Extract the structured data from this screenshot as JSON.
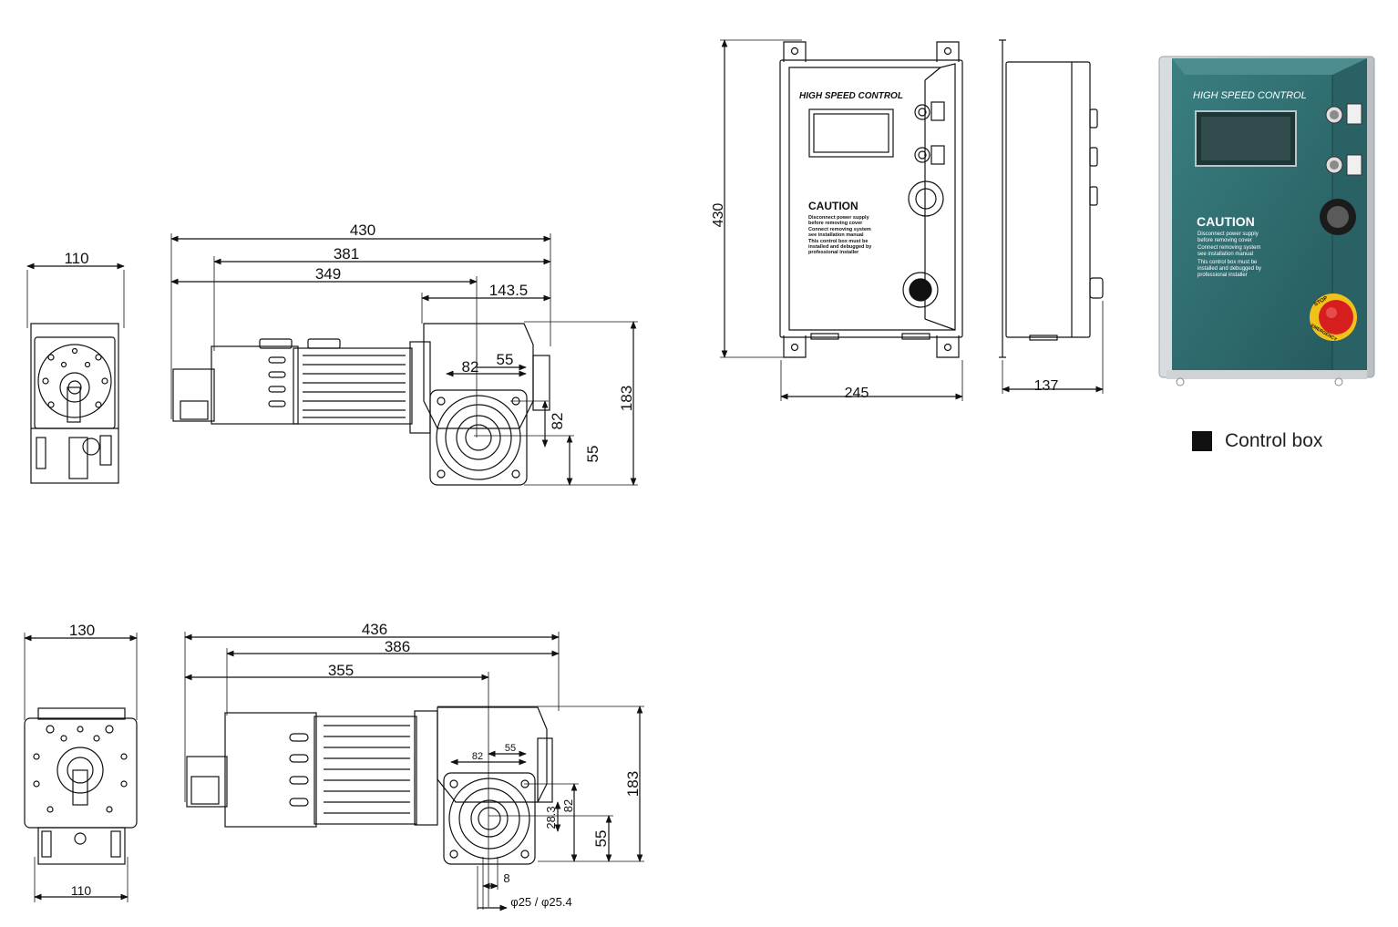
{
  "drawings": {
    "motor_top": {
      "front_width": "110",
      "overall_length": "430",
      "length_2": "381",
      "length_3": "349",
      "gearbox_length": "143.5",
      "height": "183",
      "shaft_offset_x": "82",
      "shaft_offset_x2": "55",
      "shaft_offset_y": "82",
      "shaft_height": "55"
    },
    "motor_bottom": {
      "front_width": "130",
      "base_width": "110",
      "overall_length": "436",
      "length_2": "386",
      "length_3": "355",
      "height": "183",
      "shaft_offset_x": "82",
      "shaft_offset_x2": "55",
      "shaft_offset_y": "82",
      "shaft_offset_y2": "28.3",
      "shaft_height": "55",
      "key_width": "8",
      "shaft_diameter": "φ25 / φ25.4"
    },
    "control_box": {
      "height": "430",
      "width": "245",
      "depth": "137",
      "panel_title": "HIGH SPEED CONTROL",
      "caution_title": "CAUTION",
      "caution_lines": [
        "Disconnect power supply",
        "before removing cover",
        "Connect removing system",
        "see installation manual",
        "This control box must be",
        "installed and debugged by",
        "professional installer"
      ],
      "stop_label": "STOP",
      "emergency_label": "EMERGENCY"
    }
  },
  "legend": {
    "label": "Control box"
  },
  "colors": {
    "line": "#111111",
    "panel": "#2f6f72",
    "panel_dark": "#234f52",
    "stop_red": "#d61e1e",
    "stop_yellow": "#f2c21c"
  }
}
